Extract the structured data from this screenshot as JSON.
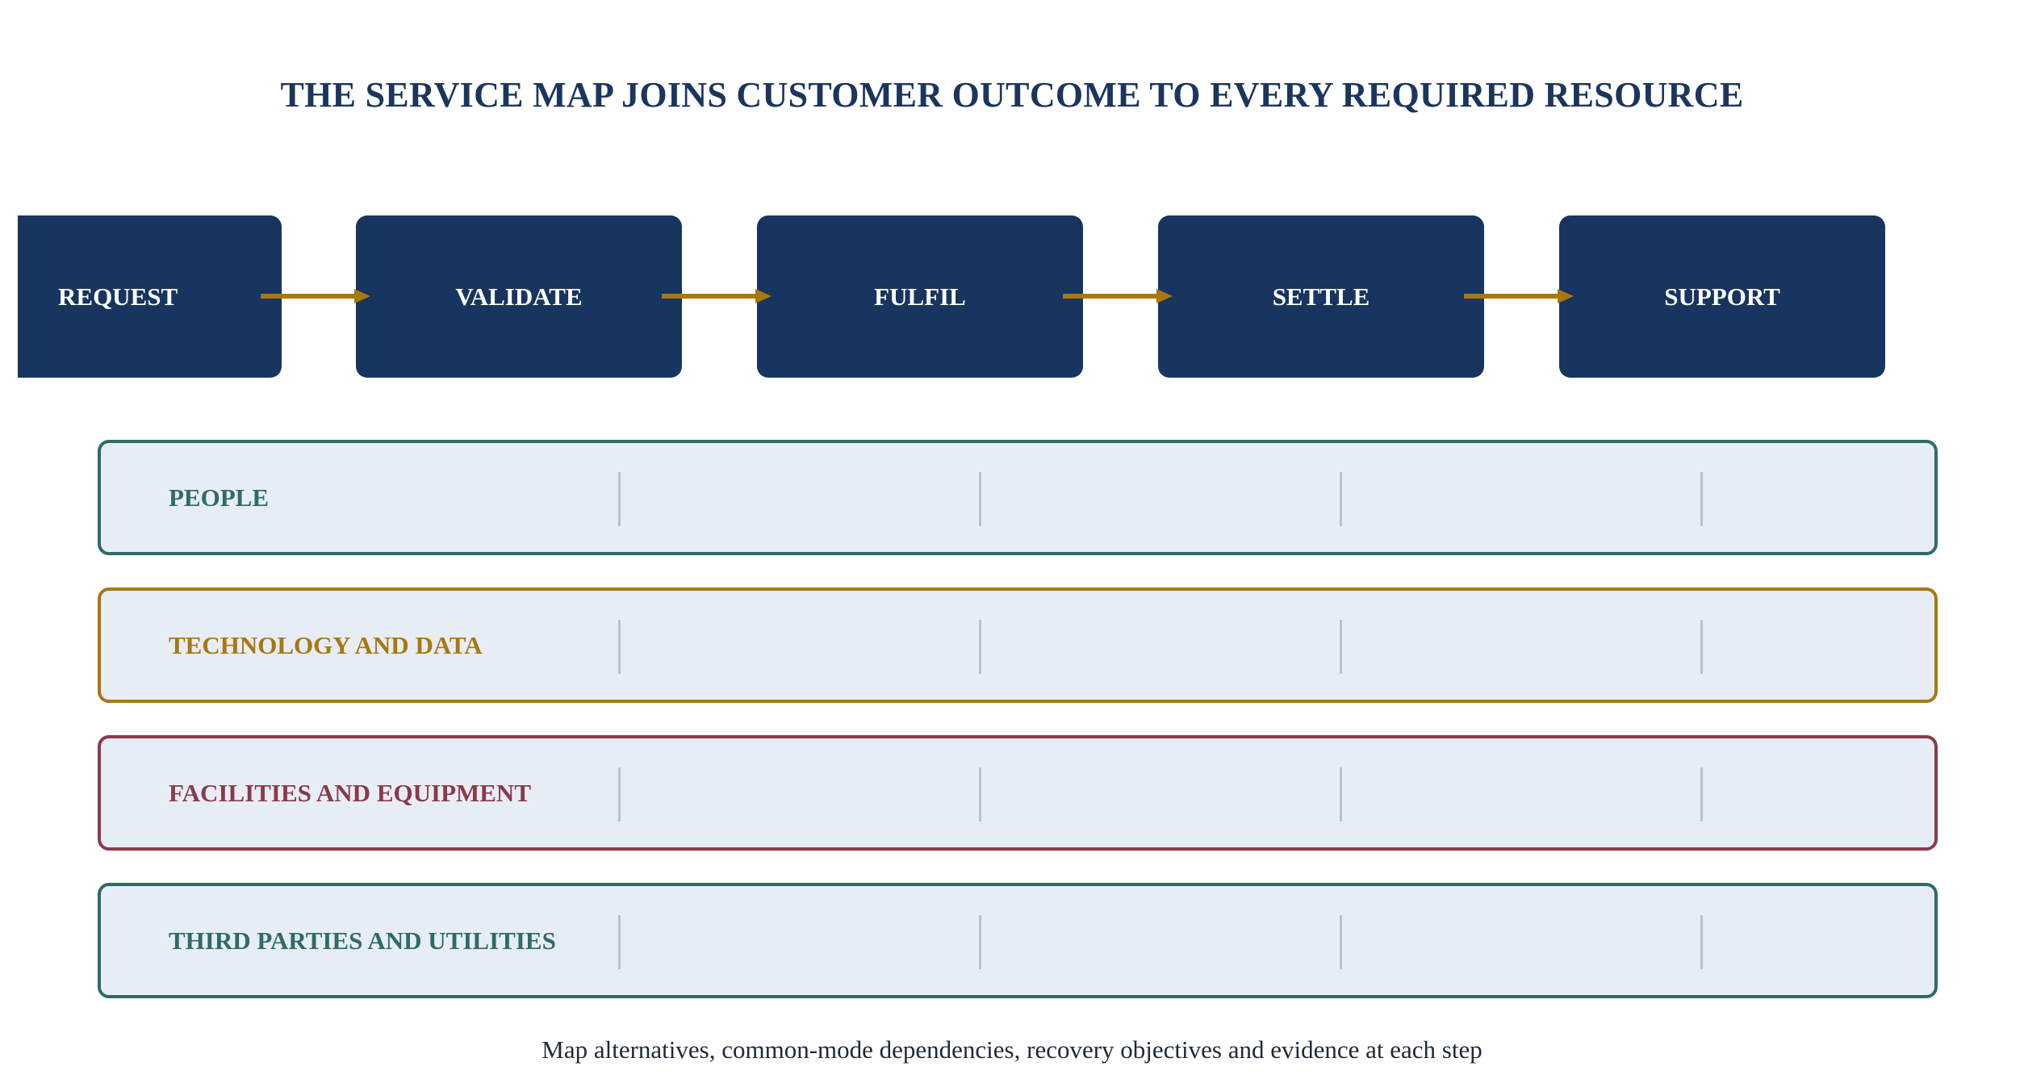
{
  "title": "THE SERVICE MAP JOINS CUSTOMER OUTCOME TO EVERY REQUIRED RESOURCE",
  "steps": [
    {
      "label": "REQUEST"
    },
    {
      "label": "VALIDATE"
    },
    {
      "label": "FULFIL"
    },
    {
      "label": "SETTLE"
    },
    {
      "label": "SUPPORT"
    }
  ],
  "lanes": [
    {
      "label": "PEOPLE",
      "color": "#2f6b67"
    },
    {
      "label": "TECHNOLOGY AND DATA",
      "color": "#a8780f"
    },
    {
      "label": "FACILITIES AND EQUIPMENT",
      "color": "#8a3a4a"
    },
    {
      "label": "THIRD PARTIES AND UTILITIES",
      "color": "#2f6b67"
    }
  ],
  "footer": "Map alternatives, common-mode dependencies, recovery objectives and evidence at each step",
  "colors": {
    "step_fill": "#17355e",
    "arrow": "#a8780f",
    "lane_fill": "#e7edf5",
    "title": "#1a365d"
  }
}
